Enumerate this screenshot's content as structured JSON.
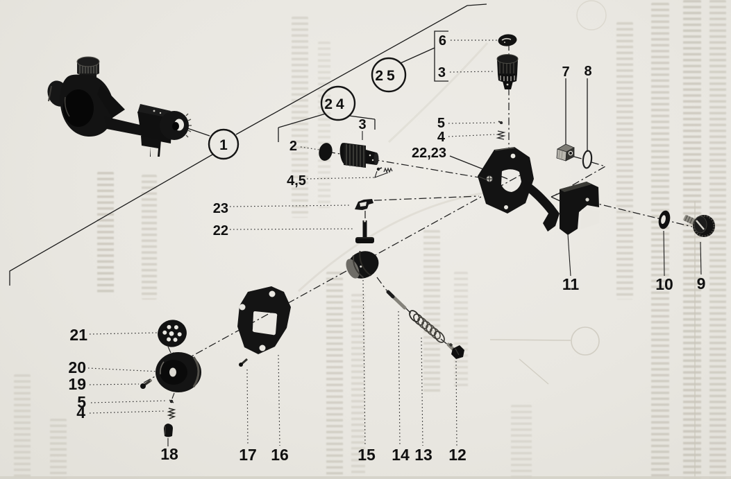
{
  "page": {
    "kind": "scanned exploded-parts diagram page",
    "background": "#e9e7e1",
    "ink": "#101010",
    "ghost": "#c9c5b8"
  },
  "diagram": {
    "type": "exploded-parts-diagram",
    "assemblies": {
      "a1": {
        "label": "1"
      },
      "a24": {
        "label": "24"
      },
      "a25": {
        "label": "25"
      }
    },
    "callouts": {
      "c2": "2",
      "c3_knob": "3",
      "c45": "4,5",
      "c6": "6",
      "c3_cap": "3",
      "c5_top": "5",
      "c4_top": "4",
      "c2223": "22,23",
      "c7": "7",
      "c8": "8",
      "c9": "9",
      "c10": "10",
      "c11": "11",
      "c23": "23",
      "c22": "22",
      "c21": "21",
      "c20": "20",
      "c19": "19",
      "c5_bot": "5",
      "c4_bot": "4",
      "c18": "18",
      "c17": "17",
      "c16": "16",
      "c15": "15",
      "c14": "14",
      "c13": "13",
      "c12": "12"
    },
    "parts": {
      "1": "assembled-sight-unit",
      "2": "end-cap-disc",
      "3": "knurled-adjustment-knob",
      "4": "small-coil-spring",
      "5": "grub-screw",
      "6": "dome-cap",
      "7": "square-slide-block",
      "8": "o-ring",
      "9": "knurled-thumb-screw",
      "10": "washer",
      "11": "clamp-bracket",
      "12": "hex-screw",
      "13": "coil-spring",
      "14": "plunger-pin",
      "15": "grooved-drum",
      "16": "cover-plate",
      "17": "small-screw",
      "18": "cap-sleeve",
      "19": "set-screw",
      "20": "drum-housing",
      "21": "perforated-disc",
      "22": "t-head-screw",
      "23": "retaining-clip",
      "24": "knob-sub-assembly",
      "25": "cap-and-knob-sub-assembly"
    }
  }
}
